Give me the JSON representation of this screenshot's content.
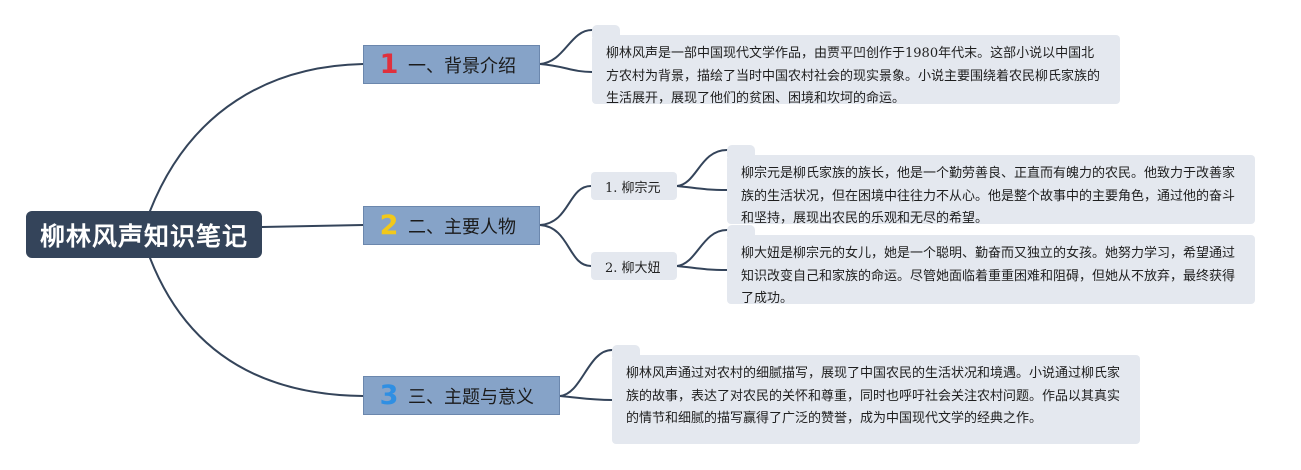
{
  "root": {
    "title": "柳林风声知识笔记",
    "color": "#34445a"
  },
  "branches": [
    {
      "num": "1",
      "num_color": "#e0303d",
      "label": "一、背景介绍"
    },
    {
      "num": "2",
      "num_color": "#f2c81a",
      "label": "二、主要人物"
    },
    {
      "num": "3",
      "num_color": "#2f8fe3",
      "label": "三、主题与意义"
    }
  ],
  "subtopics": [
    {
      "label": "1. 柳宗元"
    },
    {
      "label": "2. 柳大妞"
    }
  ],
  "notes": {
    "background": "柳林风声是一部中国现代文学作品，由贾平凹创作于1980年代末。这部小说以中国北方农村为背景，描绘了当时中国农村社会的现实景象。小说主要围绕着农民柳氏家族的生活展开，展现了他们的贫困、困境和坎坷的命运。",
    "liu_zongyuan": "柳宗元是柳氏家族的族长，他是一个勤劳善良、正直而有魄力的农民。他致力于改善家族的生活状况，但在困境中往往力不从心。他是整个故事中的主要角色，通过他的奋斗和坚持，展现出农民的乐观和无尽的希望。",
    "liu_daniu": "柳大妞是柳宗元的女儿，她是一个聪明、勤奋而又独立的女孩。她努力学习，希望通过知识改变自己和家族的命运。尽管她面临着重重困难和阻碍，但她从不放弃，最终获得了成功。",
    "theme": "柳林风声通过对农村的细腻描写，展现了中国农民的生活状况和境遇。小说通过柳氏家族的故事，表达了对农民的关怀和尊重，同时也呼吁社会关注农村问题。作品以其真实的情节和细腻的描写赢得了广泛的赞誉，成为中国现代文学的经典之作。"
  },
  "colors": {
    "line": "#34445a",
    "branch_fill": "#86a3c8",
    "note_fill": "#e4e8ef"
  }
}
